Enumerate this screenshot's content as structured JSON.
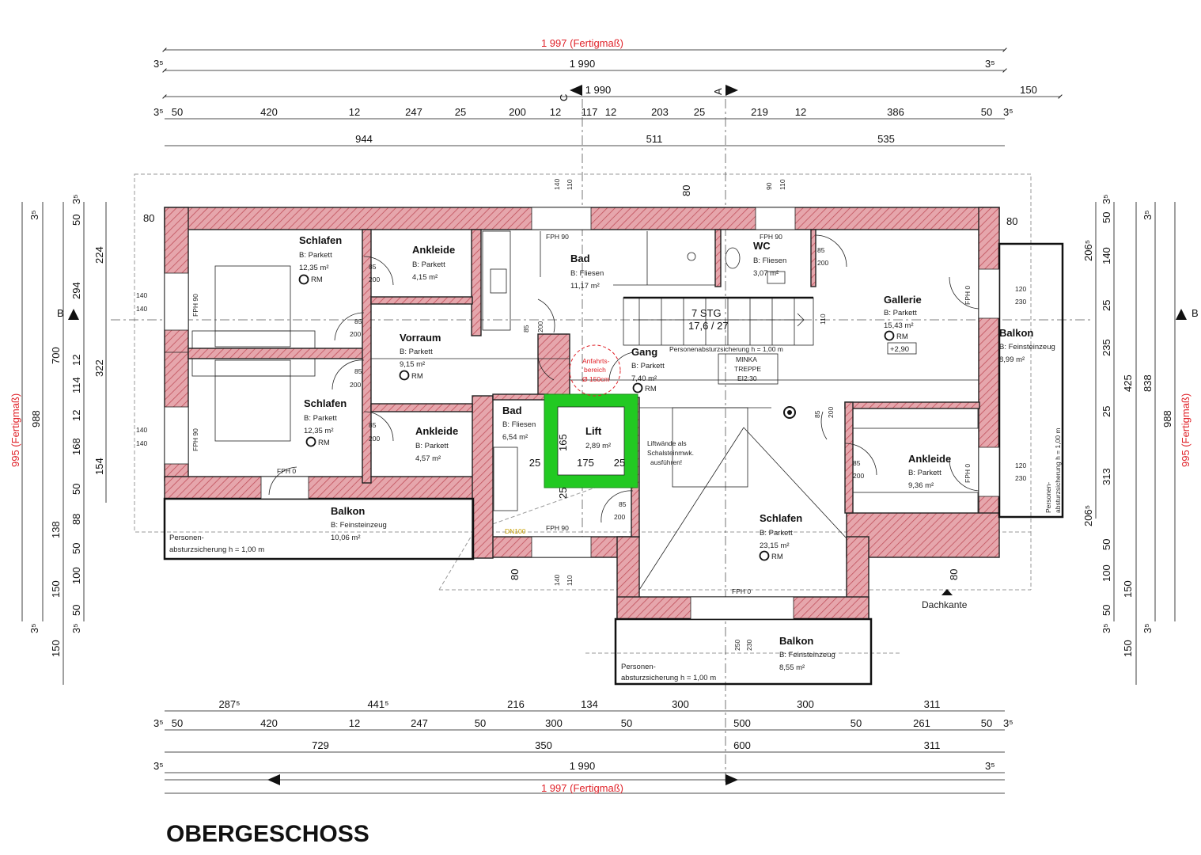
{
  "title": "OBERGESCHOSS",
  "colors": {
    "wall_fill": "#e4a0a6",
    "wall_hatch": "#c64a55",
    "dimension_red": "#e0232a",
    "lift_green": "#1fc41f"
  },
  "top_dims": {
    "row1_total": "1 997 (Fertigmaß)",
    "row2_total": "1 990",
    "row3_total": "1 990",
    "row3_right": "150",
    "row4": [
      "50",
      "420",
      "12",
      "247",
      "25",
      "200",
      "12",
      "117",
      "12",
      "203",
      "25",
      "219",
      "12",
      "386",
      "50"
    ],
    "row5": [
      "944",
      "511",
      "535"
    ],
    "sup": "3⁵",
    "sections": [
      "C",
      "A"
    ]
  },
  "bottom_dims": {
    "row1": [
      "287⁵",
      "441⁵",
      "216",
      "134",
      "300",
      "300",
      "311"
    ],
    "row2": [
      "50",
      "420",
      "12",
      "247",
      "50",
      "300",
      "50",
      "500",
      "50",
      "261",
      "50"
    ],
    "row3": [
      "729",
      "350",
      "600",
      "311"
    ],
    "row4_total": "1 990",
    "row5_total": "1 997 (Fertigmaß)",
    "sup": "3⁵"
  },
  "left_dims": {
    "total_red": "995 (Fertigmaß)",
    "col_988": "988",
    "col_700": "700",
    "col_150": "150",
    "col_a": [
      "294",
      "138",
      "150"
    ],
    "col_b": [
      "50",
      "224",
      "322",
      "168",
      "50",
      "88",
      "100",
      "50"
    ],
    "col_c": [
      "12",
      "114",
      "12",
      "154",
      "50"
    ],
    "sup": "3⁵",
    "section": "B"
  },
  "right_dims": {
    "total_red": "995 (Fertigmaß)",
    "col_988": "988",
    "col_838": "838",
    "col_425": "425",
    "col_150": "150",
    "col_a": [
      "50",
      "140",
      "25",
      "235",
      "25",
      "313",
      "50",
      "100",
      "50"
    ],
    "col_b": [
      "206⁵",
      "206⁵"
    ],
    "sup": "3⁵",
    "section": "B"
  },
  "rooms": [
    {
      "name": "Schlafen",
      "floor": "B: Parkett",
      "area": "12,35 m²",
      "rm": "RM"
    },
    {
      "name": "Ankleide",
      "floor": "B: Parkett",
      "area": "4,15 m²"
    },
    {
      "name": "Bad",
      "floor": "B: Fliesen",
      "area": "11,17 m²"
    },
    {
      "name": "WC",
      "floor": "B: Fliesen",
      "area": "3,07 m²"
    },
    {
      "name": "Gallerie",
      "floor": "B: Parkett",
      "area": "15,43 m²",
      "rm": "RM",
      "level": "+2,90"
    },
    {
      "name": "Balkon",
      "floor": "B: Feinsteinzeug",
      "area": "8,99 m²"
    },
    {
      "name": "Vorraum",
      "floor": "B: Parkett",
      "area": "9,15 m²",
      "rm": "RM"
    },
    {
      "name": "Gang",
      "floor": "B: Parkett",
      "area": "7,40 m²",
      "rm": "RM"
    },
    {
      "name": "Schlafen",
      "floor": "B: Parkett",
      "area": "12,35 m²",
      "rm": "RM"
    },
    {
      "name": "Ankleide",
      "floor": "B: Parkett",
      "area": "4,57 m²"
    },
    {
      "name": "Bad",
      "floor": "B: Fliesen",
      "area": "6,54 m²"
    },
    {
      "name": "Lift",
      "area": "2,89 m²"
    },
    {
      "name": "Ankleide",
      "floor": "B: Parkett",
      "area": "9,36 m²"
    },
    {
      "name": "Schlafen",
      "floor": "B: Parkett",
      "area": "23,15 m²",
      "rm": "RM"
    },
    {
      "name": "Balkon",
      "floor": "B: Feinsteinzeug",
      "area": "10,06 m²"
    },
    {
      "name": "Balkon",
      "floor": "B: Feinsteinzeug",
      "area": "8,55 m²"
    }
  ],
  "annotations": {
    "stairs": "7 STG",
    "stairs_ratio": "17,6 / 27",
    "fall_protection_stair": "Personenabsturzsicherung h = 1,00 m",
    "minka_1": "MINKA",
    "minka_2": "TREPPE",
    "minka_3": "EI2:30",
    "approach_1": "Anfahrts-",
    "approach_2": "bereich",
    "approach_3": "Ø 150cm",
    "lift_walls_1": "Liftwände als",
    "lift_walls_2": "Schalsteinmwk.",
    "lift_walls_3": "ausführen!",
    "balcony_fall_1": "Personen-",
    "balcony_fall_2": "absturzsicherung h = 1,00 m",
    "right_fall_1": "Personen-",
    "right_fall_2": "absturzsicherung h = 1,00 m",
    "dachkante": "Dachkante",
    "fph90": "FPH 90",
    "fph0": "FPH 0",
    "dn100": "DN100",
    "lift_165": "165",
    "lift_175": "175",
    "lift_25": "25",
    "door_85": "85",
    "door_200": "200",
    "win_140": "140",
    "win_110": "110",
    "win_120": "120",
    "win_230": "230",
    "win_80": "80",
    "win_90": "90",
    "win_250": "250"
  }
}
